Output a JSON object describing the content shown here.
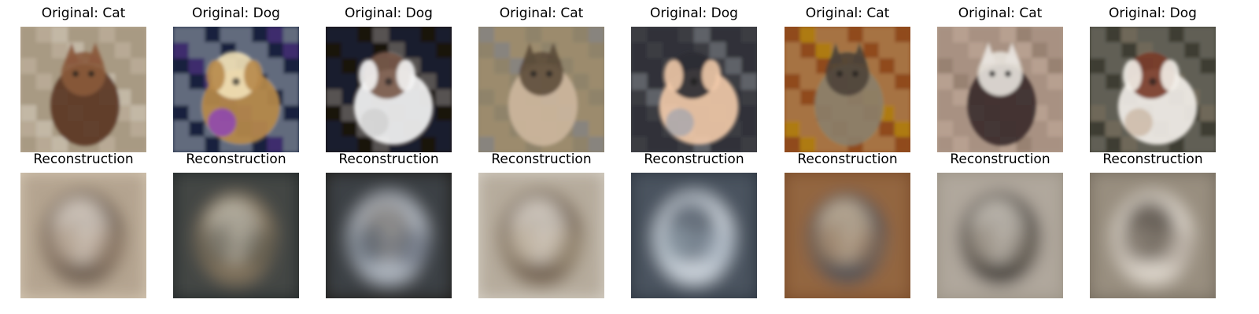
{
  "panels": [
    {
      "title": "Original: Cat",
      "scene": "cat",
      "row": "original",
      "colors": {
        "bg": "#b8aa94",
        "bg2": "#8c7a62",
        "subject": "#5a3524",
        "subject2": "#8b5a3c",
        "accent": "#d7d1c7"
      }
    },
    {
      "title": "Original: Dog",
      "scene": "dog",
      "row": "original",
      "colors": {
        "bg": "#16233f",
        "bg2": "#f1f1f1",
        "subject": "#b78a4a",
        "subject2": "#f0e0b5",
        "accent": "#8a3cc4"
      }
    },
    {
      "title": "Original: Dog",
      "scene": "dog",
      "row": "original",
      "colors": {
        "bg": "#17110f",
        "bg2": "#1e3567",
        "subject": "#f4f4f4",
        "subject2": "#7a5a4a",
        "accent": "#cfcfcf"
      }
    },
    {
      "title": "Original: Cat",
      "scene": "cat",
      "row": "original",
      "colors": {
        "bg": "#8e836a",
        "bg2": "#b59c72",
        "subject": "#cdb79e",
        "subject2": "#5d4d3b",
        "accent": "#7b88a2"
      }
    },
    {
      "title": "Original: Dog",
      "scene": "dog",
      "row": "original",
      "colors": {
        "bg": "#3c3d42",
        "bg2": "#202326",
        "subject": "#f0c9a8",
        "subject2": "#2c2d33",
        "accent": "#a1a5ae"
      }
    },
    {
      "title": "Original: Cat",
      "scene": "cat",
      "row": "original",
      "colors": {
        "bg": "#8f4b1c",
        "bg2": "#d1bc8d",
        "subject": "#8b7f6c",
        "subject2": "#4e4338",
        "accent": "#e7d400"
      }
    },
    {
      "title": "Original: Cat",
      "scene": "cat",
      "row": "original",
      "colors": {
        "bg": "#b7a08f",
        "bg2": "#8c7669",
        "subject": "#3a2b2b",
        "subject2": "#e8e3dd",
        "accent": "#5f4a3f"
      }
    },
    {
      "title": "Original: Dog",
      "scene": "dog",
      "row": "original",
      "colors": {
        "bg": "#3f3e33",
        "bg2": "#a09f94",
        "subject": "#f2eee8",
        "subject2": "#7a3c2a",
        "accent": "#c9b6a1"
      }
    },
    {
      "title": "Reconstruction",
      "scene": "recon",
      "row": "reconstruction",
      "colors": {
        "bg": "#d5c7b3",
        "bg2": "#8c7b66",
        "subject": "#6a5a4c",
        "subject2": "#efe7dd",
        "accent": "#a08a74"
      }
    },
    {
      "title": "Reconstruction",
      "scene": "recon",
      "row": "reconstruction",
      "colors": {
        "bg": "#222829",
        "bg2": "#6c6b63",
        "subject": "#8c7a62",
        "subject2": "#c6c2b5",
        "accent": "#4b4a40"
      }
    },
    {
      "title": "Reconstruction",
      "scene": "recon",
      "row": "reconstruction",
      "colors": {
        "bg": "#1f1d1a",
        "bg2": "#5d6d79",
        "subject": "#bfc7d1",
        "subject2": "#8d8a86",
        "accent": "#3d4a58"
      }
    },
    {
      "title": "Reconstruction",
      "scene": "recon",
      "row": "reconstruction",
      "colors": {
        "bg": "#d6d0c6",
        "bg2": "#8e7f69",
        "subject": "#6c5c4a",
        "subject2": "#efe9e1",
        "accent": "#b2a18a"
      }
    },
    {
      "title": "Reconstruction",
      "scene": "recon",
      "row": "reconstruction",
      "colors": {
        "bg": "#2e3641",
        "bg2": "#6a7682",
        "subject": "#dfe6ef",
        "subject2": "#4c5866",
        "accent": "#9aa7b4"
      }
    },
    {
      "title": "Reconstruction",
      "scene": "recon",
      "row": "reconstruction",
      "colors": {
        "bg": "#7a4c2a",
        "bg2": "#b2865a",
        "subject": "#50545b",
        "subject2": "#d7c4aa",
        "accent": "#8c6d52"
      }
    },
    {
      "title": "Reconstruction",
      "scene": "recon",
      "row": "reconstruction",
      "colors": {
        "bg": "#9b9386",
        "bg2": "#c9c2b8",
        "subject": "#3e3834",
        "subject2": "#e3dcd2",
        "accent": "#7f766a"
      }
    },
    {
      "title": "Reconstruction",
      "scene": "recon",
      "row": "reconstruction",
      "colors": {
        "bg": "#756c5f",
        "bg2": "#c3b7a7",
        "subject": "#e7e0d7",
        "subject2": "#4c443c",
        "accent": "#9a8f83"
      }
    }
  ]
}
